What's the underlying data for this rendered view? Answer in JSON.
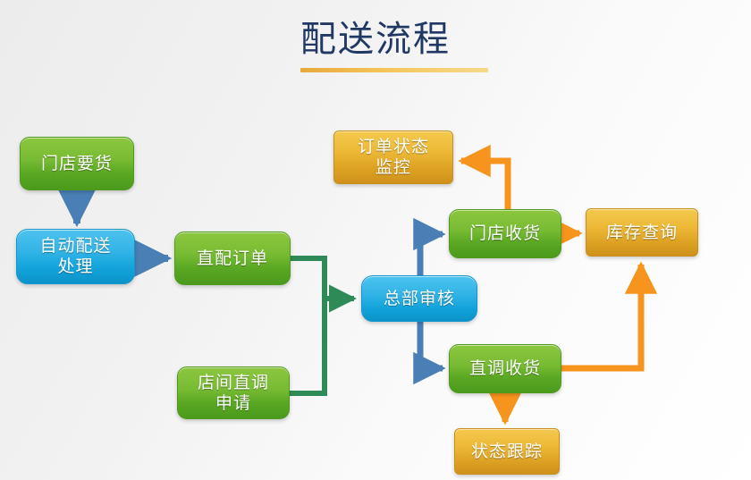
{
  "title": "配送流程",
  "background_color": "#f4f4f4",
  "colors": {
    "title_text": "#1f3864",
    "title_rule": "#eab945",
    "green": "#6fb524",
    "blue": "#20a9dd",
    "gold": "#e0aa2a",
    "arrow_blue": "#4a7fb5",
    "arrow_green": "#2e8b57",
    "arrow_orange": "#f7941e"
  },
  "nodes": {
    "store_request": {
      "label": "门店要货",
      "color": "green"
    },
    "auto_dispatch": {
      "label": "自动配送\n处理",
      "line1": "自动配送",
      "line2": "处理",
      "color": "blue"
    },
    "direct_order": {
      "label": "直配订单",
      "color": "green"
    },
    "inter_store": {
      "line1": "店间直调",
      "line2": "申请",
      "color": "green"
    },
    "hq_review": {
      "label": "总部审核",
      "color": "blue"
    },
    "store_receive": {
      "label": "门店收货",
      "color": "green"
    },
    "direct_receive": {
      "label": "直调收货",
      "color": "green"
    },
    "order_status": {
      "line1": "订单状态",
      "line2": "监控",
      "color": "gold"
    },
    "stock_query": {
      "label": "库存查询",
      "color": "gold"
    },
    "status_track": {
      "label": "状态跟踪",
      "color": "gold"
    }
  },
  "edges": [
    {
      "from": "store_request",
      "to": "auto_dispatch",
      "color": "arrow_blue"
    },
    {
      "from": "auto_dispatch",
      "to": "direct_order",
      "color": "arrow_blue"
    },
    {
      "from": "direct_order",
      "to": "hq_review",
      "color": "arrow_green"
    },
    {
      "from": "inter_store",
      "to": "hq_review",
      "color": "arrow_green"
    },
    {
      "from": "hq_review",
      "to": "store_receive",
      "color": "arrow_blue"
    },
    {
      "from": "hq_review",
      "to": "direct_receive",
      "color": "arrow_blue"
    },
    {
      "from": "store_receive",
      "to": "order_status",
      "color": "arrow_orange"
    },
    {
      "from": "store_receive",
      "to": "stock_query",
      "color": "arrow_orange"
    },
    {
      "from": "direct_receive",
      "to": "stock_query",
      "color": "arrow_orange"
    },
    {
      "from": "direct_receive",
      "to": "status_track",
      "color": "arrow_orange"
    }
  ]
}
